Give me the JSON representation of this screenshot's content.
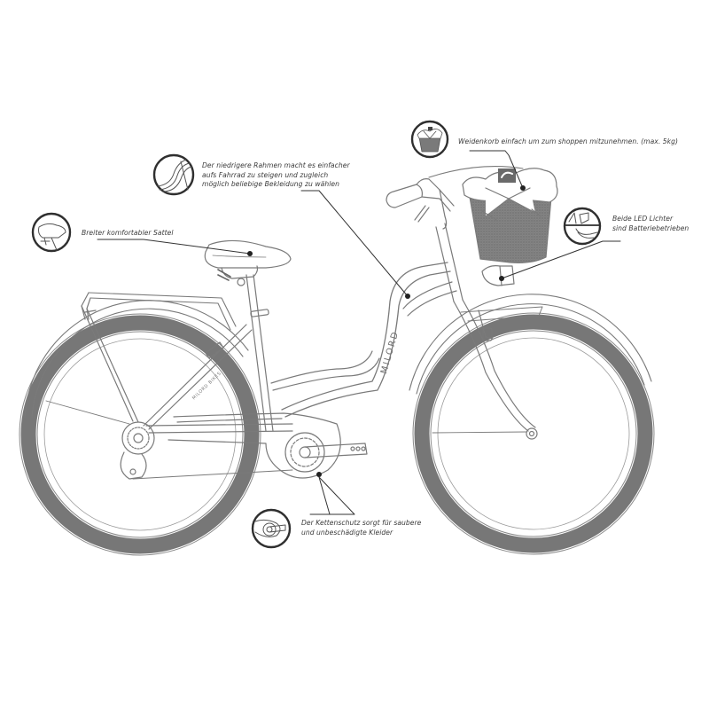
{
  "diagram": {
    "subject": "Ladies city bicycle with front basket (line art)",
    "brand_on_frame": "MILORD",
    "brand_on_chainstay": "MILORD BIKES",
    "colors": {
      "line": "#7a7a7a",
      "tyre": "#777777",
      "icon_ring": "#2f2f2f",
      "text": "#3a3a3a",
      "basket_fill": "#8a8a8a",
      "background": "#ffffff"
    }
  },
  "annotations": [
    {
      "id": "basket",
      "icon": "wicker-basket-icon",
      "lines": [
        "Weidenkorb einfach um zum shoppen mitzunehmen. (max. 5kg)"
      ]
    },
    {
      "id": "frame",
      "icon": "low-step-frame-icon",
      "lines": [
        "Der niedrigere Rahmen macht es einfacher",
        "aufs Fahrrad zu steigen und zugleich",
        "möglich beliebige Bekleidung zu wählen"
      ]
    },
    {
      "id": "saddle",
      "icon": "saddle-icon",
      "lines": [
        "Breiter komfortabler Sattel"
      ]
    },
    {
      "id": "lights",
      "icon": "led-light-icon",
      "lines": [
        "Beide LED Lichter",
        "sind Batteriebetrieben"
      ]
    },
    {
      "id": "chainguard",
      "icon": "chainguard-icon",
      "lines": [
        "Der Kettenschutz sorgt für saubere",
        "und unbeschädigte Kleider"
      ]
    }
  ]
}
